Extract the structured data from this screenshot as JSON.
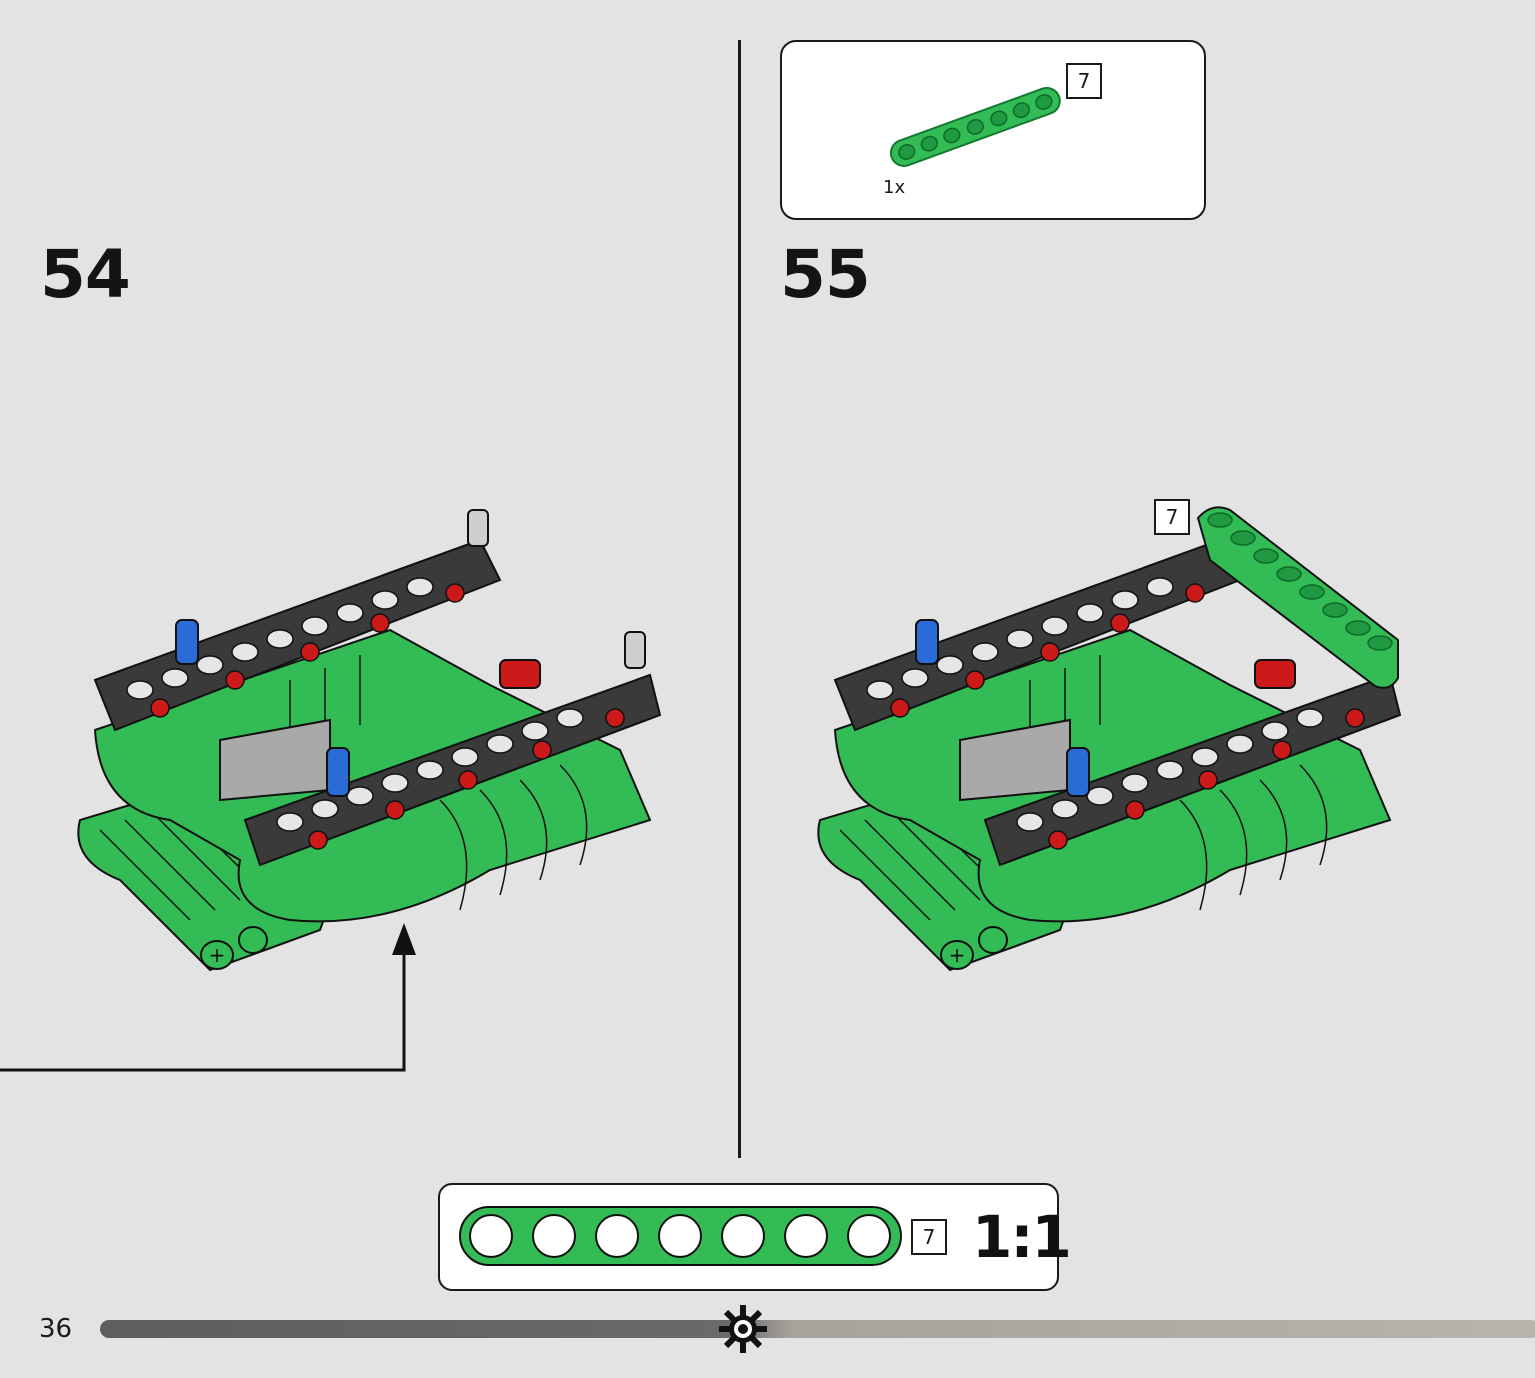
{
  "steps": {
    "left": {
      "number": "54"
    },
    "right": {
      "number": "55"
    }
  },
  "parts_callout": {
    "part_length": "7",
    "quantity": "1x",
    "part_color": "#33bb55"
  },
  "model": {
    "added_part_length": "7"
  },
  "scale_reference": {
    "part_length": "7",
    "scale_label": "1:1"
  },
  "footer": {
    "page_number": "36",
    "progress": 0.45
  },
  "colors": {
    "background": "#e3e3e3",
    "lego_green": "#33bb55",
    "beam_dark": "#3a3a3a",
    "pin_red": "#cc1a1a",
    "pin_blue": "#2a6bd6",
    "grey": "#a9a9a9"
  }
}
